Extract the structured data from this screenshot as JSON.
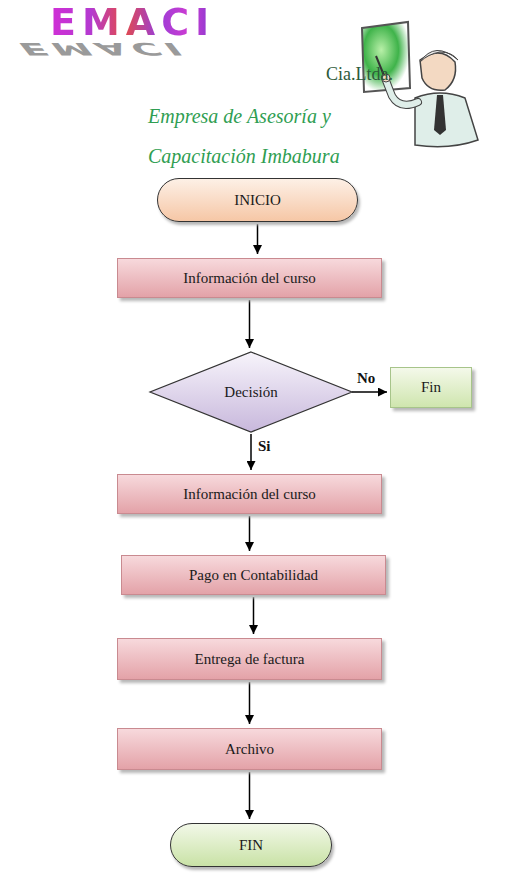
{
  "diagram": {
    "title": "Empresa de Asesoría y Capacitación Imbabura",
    "nodes": [
      {
        "text": [
          "INICIO"
        ]
      },
      {
        "text": [
          "Información del curso"
        ]
      },
      {
        "text": [
          "Decisión"
        ]
      },
      {
        "text": [
          "Fin"
        ]
      },
      {
        "text": [
          "Información del curso"
        ]
      },
      {
        "text": [
          "Pago en Contabilidad"
        ]
      },
      {
        "text": [
          "Entrega de factura"
        ]
      },
      {
        "text": [
          "Archivo"
        ]
      },
      {
        "text": [
          "FIN"
        ]
      }
    ],
    "edges": [
      {
        "from": 0,
        "to": 1,
        "arrow": "to"
      },
      {
        "from": 1,
        "to": 2,
        "arrow": "to"
      },
      {
        "from": 2,
        "to": 3,
        "label": "No",
        "arrow": "to"
      },
      {
        "from": 2,
        "to": 4,
        "label": "Si",
        "arrow": "to"
      },
      {
        "from": 4,
        "to": 5,
        "arrow": "to"
      },
      {
        "from": 5,
        "to": 6,
        "arrow": "to"
      },
      {
        "from": 6,
        "to": 7,
        "arrow": "to"
      },
      {
        "from": 7,
        "to": 8,
        "arrow": "to"
      }
    ],
    "labels": [
      "EMACI",
      "EMACI",
      "Cia.Ltda."
    ]
  }
}
